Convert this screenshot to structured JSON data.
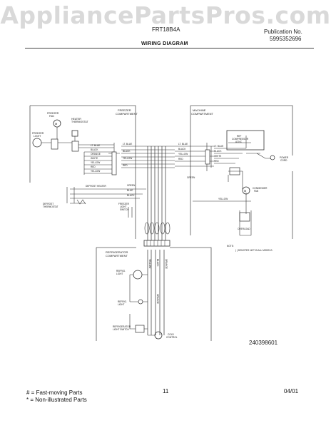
{
  "watermark": "AppliancePartsPros.com",
  "header": {
    "model": "FRT18B4A",
    "publication_label": "Publication No.",
    "publication_number": "5995352696",
    "title": "WIRING DIAGRAM"
  },
  "diagram": {
    "freezer_compartment": "FREEZER\nCOMPARTMENT",
    "machine_compartment": "MACHINE\nCOMPARTMENT",
    "refrigerator_compartment": "REFRIGERATOR\nCOMPARTMENT",
    "freezer_fan": "FREEZER\nFAN",
    "freezer_light": "FREEZER\nLIGHT",
    "heater_thermostat": "HEATER\nTHERMOSTAT",
    "defrost_heater": "DEFROST HEATER",
    "defrost_thermostat": "DEFROST\nTHERMOSTAT",
    "freezer_light_switch": "FREEZER\nLIGHT\nSWITCH",
    "compressor": "COMPRESSOR",
    "condenser_fan": "CONDENSER\nFAN",
    "cold_control": "COLD\nCONTROL",
    "power_cord": "POWER\nCORD",
    "note": "NOTE: (  ) DENOTES NOT IN ALL MODELS.",
    "drawing_number": "240398601",
    "wire_colors": [
      "LT. BLUE",
      "BLACK",
      "YELLOW",
      "RED",
      "WHITE",
      "ORANGE",
      "GREEN"
    ]
  },
  "footer": {
    "legend_1": "# = Fast-moving Parts",
    "legend_2": "* = Non-illustrated Parts",
    "page": "11",
    "date": "04/01"
  }
}
